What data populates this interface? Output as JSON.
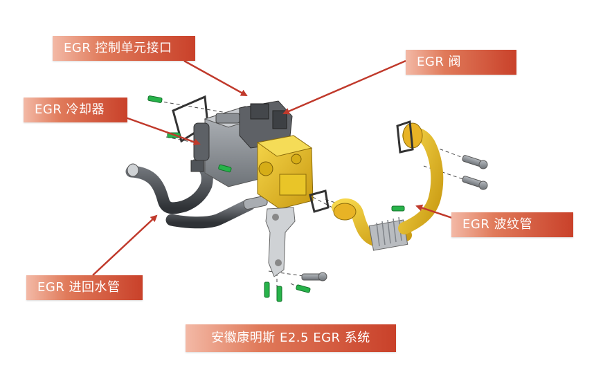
{
  "labels": {
    "control_unit": "EGR 控制单元接口",
    "valve": "EGR 阀",
    "cooler": "EGR 冷却器",
    "bellows": "EGR 波纹管",
    "water_pipe": "EGR 进回水管",
    "system_title": "安徽康明斯 E2.5 EGR 系统"
  },
  "colors": {
    "arrow": "#c0392b",
    "valve_body": "#e6c21a",
    "pipe_yellow": "#e8b325",
    "cooler_gray": "#8f949a",
    "hose_dark": "#4a4d52",
    "bolt_green": "#27b34a",
    "bolt_gray": "#9aa0a6"
  }
}
